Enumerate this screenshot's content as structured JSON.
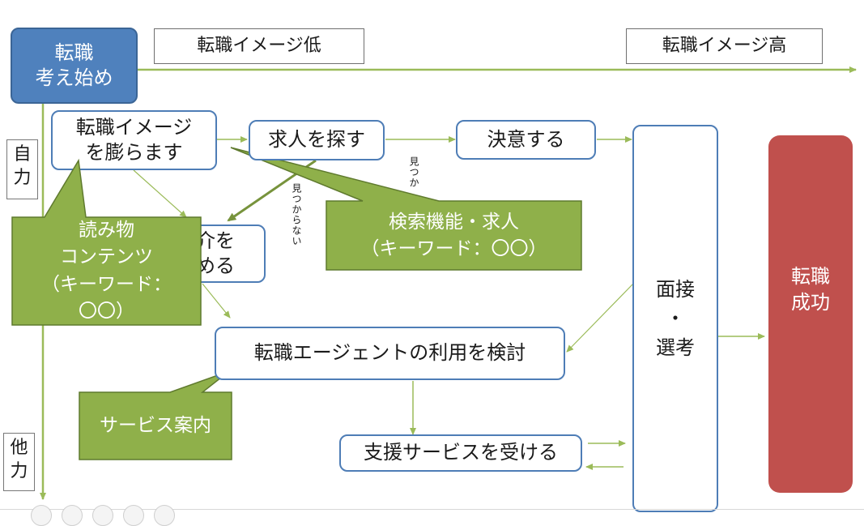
{
  "diagram": {
    "axis": {
      "low_label": "転職イメージ低",
      "high_label": "転職イメージ高"
    },
    "start": {
      "label": "転職\n考え始め"
    },
    "side_labels": {
      "self": "自\n力",
      "other": "他\n力"
    },
    "nodes": {
      "imagine": "転職イメージ\nを膨らます",
      "search": "求人を探す",
      "decide": "決意する",
      "introduce": "介を\nめる",
      "agent": "転職エージェントの利用を検討",
      "support": "支援サービスを受ける",
      "interview": "面接\n・\n選考",
      "success": "転職\n成功"
    },
    "edge_labels": {
      "found": "見つか",
      "not_found": "見つからない"
    },
    "callouts": {
      "search_feature": "検索機能・求人\n（キーワード：〇〇）",
      "reading": "読み物\nコンテンツ\n（キーワード：\n〇〇）",
      "service": "サービス案内"
    }
  },
  "colors": {
    "arrow": "#9bbb59",
    "callout_fill": "#8fb04a",
    "callout_border": "#5f7a2e",
    "box_border": "#4e7db6",
    "start_fill": "#4f81bd",
    "goal_fill": "#c0504d"
  }
}
